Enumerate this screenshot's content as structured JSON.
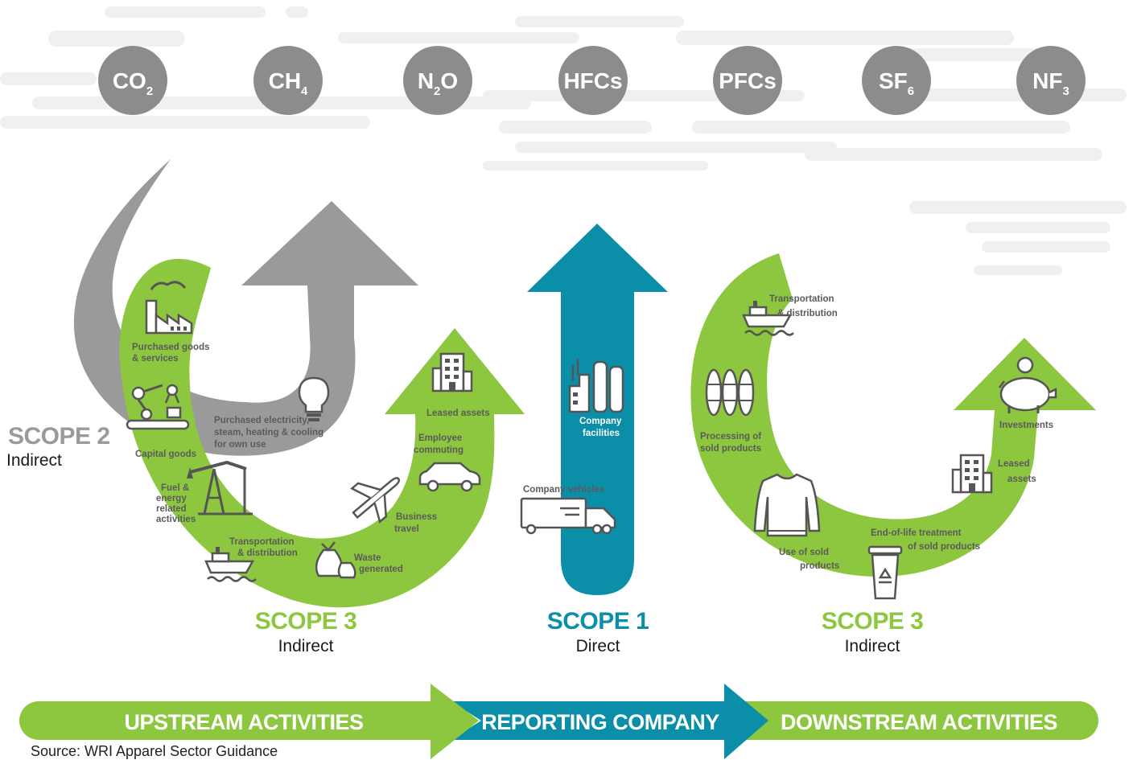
{
  "gases": [
    {
      "base": "CO",
      "sub": "2"
    },
    {
      "base": "CH",
      "sub": "4"
    },
    {
      "base": "N",
      "sub": "2",
      "tail": "O"
    },
    {
      "base": "HFCs",
      "sub": ""
    },
    {
      "base": "PFCs",
      "sub": ""
    },
    {
      "base": "SF",
      "sub": "6"
    },
    {
      "base": "NF",
      "sub": "3"
    }
  ],
  "scope2": {
    "title": "SCOPE 2",
    "subtitle": "Indirect"
  },
  "scope3_upstream": {
    "title": "SCOPE 3",
    "subtitle": "Indirect"
  },
  "scope1": {
    "title": "SCOPE 1",
    "subtitle": "Direct"
  },
  "scope3_downstream": {
    "title": "SCOPE 3",
    "subtitle": "Indirect"
  },
  "upstream_items": {
    "purchased_goods": [
      "Purchased goods",
      "& services"
    ],
    "capital_goods": [
      "Capital goods"
    ],
    "fuel_energy": [
      "Fuel &",
      "energy",
      "related",
      "activities"
    ],
    "transportation": [
      "Transportation",
      "& distribution"
    ],
    "waste": [
      "Waste",
      "generated"
    ],
    "business_travel": [
      "Business",
      "travel"
    ],
    "employee_commuting": [
      "Employee",
      "commuting"
    ],
    "leased_assets": [
      "Leased assets"
    ],
    "purchased_electricity": [
      "Purchased electricity,",
      "steam, heating & cooling",
      "for own use"
    ]
  },
  "company_items": {
    "facilities": [
      "Company",
      "facilities"
    ],
    "vehicles": [
      "Company vehicles"
    ]
  },
  "downstream_items": {
    "transportation": [
      "Transportation",
      "& distribution"
    ],
    "processing": [
      "Processing of",
      "sold products"
    ],
    "use": [
      "Use of sold",
      "products"
    ],
    "end_of_life": [
      "End-of-life treatment",
      "of sold products"
    ],
    "leased_assets": [
      "Leased",
      "assets"
    ],
    "investments": [
      "Investments"
    ]
  },
  "bands": {
    "upstream": "UPSTREAM ACTIVITIES",
    "reporting": "REPORTING COMPANY",
    "downstream": "DOWNSTREAM ACTIVITIES"
  },
  "source": "Source: WRI Apparel Sector Guidance",
  "colors": {
    "green": "#8dc63f",
    "teal": "#0b8fa8",
    "gray": "#9a9a9a",
    "gas_circle": "#8c8c8c",
    "cloud": "#f0f0f0",
    "icon": "#555555"
  }
}
